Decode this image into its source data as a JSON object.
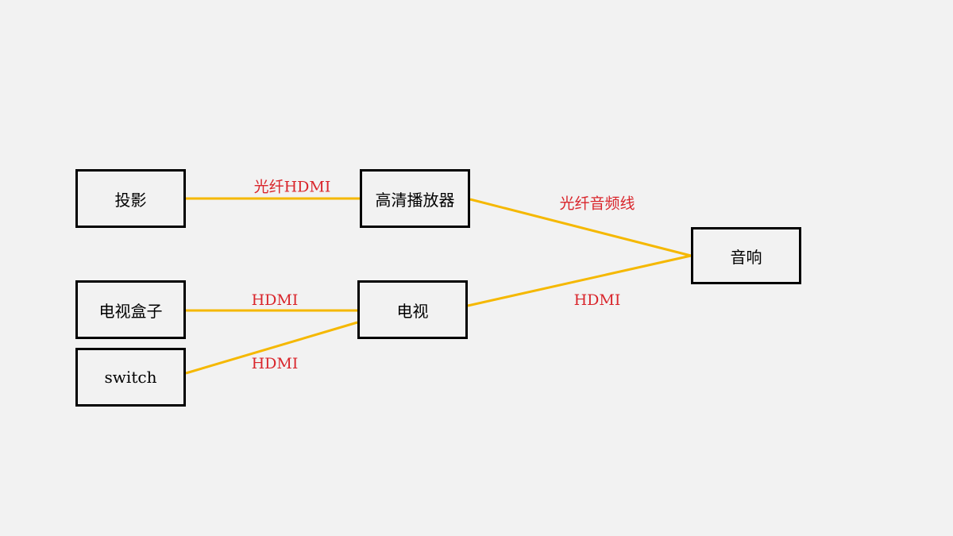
{
  "diagram": {
    "connector_color": "#f5b800",
    "label_color": "#d9262c",
    "nodes": {
      "projector": "投影",
      "player": "高清播放器",
      "speaker": "音响",
      "tvbox": "电视盒子",
      "tv": "电视",
      "switch": "switch"
    },
    "edges": [
      {
        "from": "projector",
        "to": "player",
        "label": "光纤HDMI"
      },
      {
        "from": "player",
        "to": "speaker",
        "label": "光纤音频线"
      },
      {
        "from": "tv",
        "to": "speaker",
        "label": "HDMI"
      },
      {
        "from": "tvbox",
        "to": "tv",
        "label": "HDMI"
      },
      {
        "from": "switch",
        "to": "tv",
        "label": "HDMI"
      }
    ]
  }
}
